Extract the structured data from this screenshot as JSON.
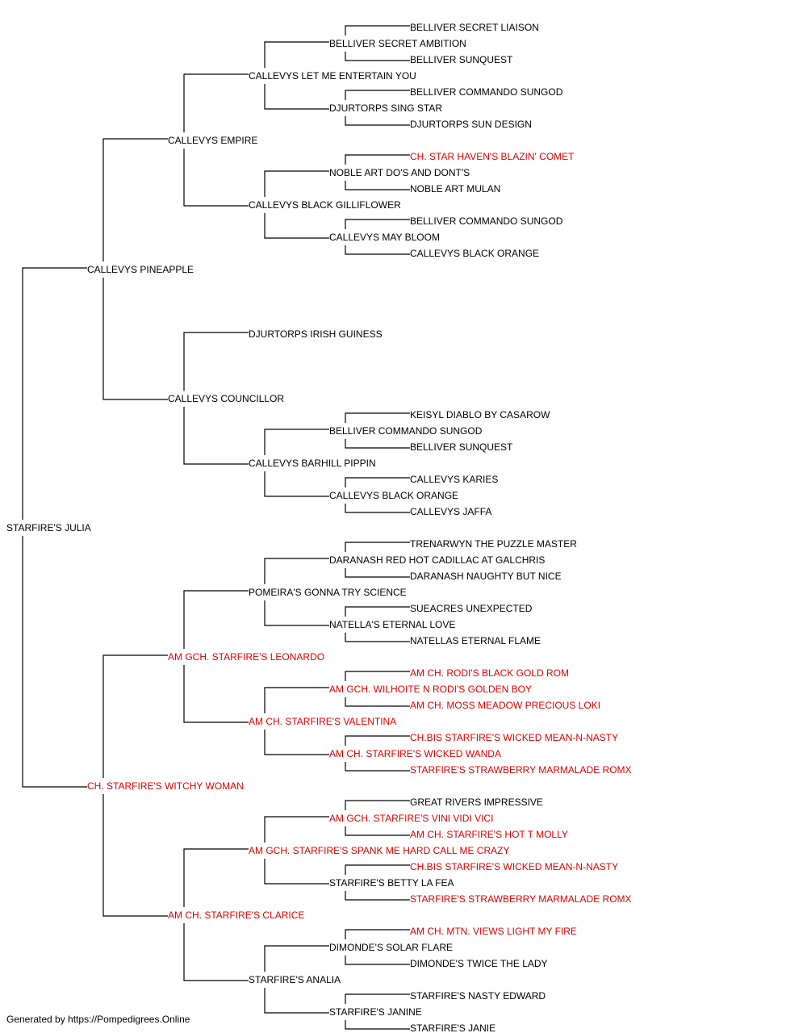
{
  "colors": {
    "normal": "#000000",
    "champion": "#e00000",
    "line": "#000000"
  },
  "pedigree": {
    "name": "STARFIRE'S JULIA",
    "sire": {
      "name": "CALLEVYS PINEAPPLE",
      "sire": {
        "name": "CALLEVYS EMPIRE",
        "sire": {
          "name": "CALLEVYS LET ME ENTERTAIN YOU",
          "sire": {
            "name": "BELLIVER SECRET AMBITION",
            "sire": {
              "name": "BELLIVER SECRET LIAISON"
            },
            "dam": {
              "name": "BELLIVER SUNQUEST"
            }
          },
          "dam": {
            "name": "DJURTORPS SING STAR",
            "sire": {
              "name": "BELLIVER COMMANDO SUNGOD"
            },
            "dam": {
              "name": "DJURTORPS SUN DESIGN"
            }
          }
        },
        "dam": {
          "name": "CALLEVYS BLACK GILLIFLOWER",
          "sire": {
            "name": "NOBLE ART DO'S AND DONT'S",
            "sire": {
              "name": "CH. STAR HAVEN'S BLAZIN' COMET",
              "red": true
            },
            "dam": {
              "name": "NOBLE ART MULAN"
            }
          },
          "dam": {
            "name": "CALLEVYS MAY BLOOM",
            "sire": {
              "name": "BELLIVER COMMANDO SUNGOD"
            },
            "dam": {
              "name": "CALLEVYS BLACK ORANGE"
            }
          }
        }
      },
      "dam": {
        "name": "CALLEVYS COUNCILLOR",
        "sire": {
          "name": "DJURTORPS IRISH GUINESS"
        },
        "dam": {
          "name": "CALLEVYS BARHILL PIPPIN",
          "sire": {
            "name": "BELLIVER COMMANDO SUNGOD",
            "sire": {
              "name": "KEISYL DIABLO BY CASAROW"
            },
            "dam": {
              "name": "BELLIVER SUNQUEST"
            }
          },
          "dam": {
            "name": "CALLEVYS BLACK ORANGE",
            "sire": {
              "name": "CALLEVYS KARIES"
            },
            "dam": {
              "name": "CALLEVYS JAFFA"
            }
          }
        }
      }
    },
    "dam": {
      "name": "CH. STARFIRE'S WITCHY WOMAN",
      "red": true,
      "sire": {
        "name": "AM GCH. STARFIRE'S LEONARDO",
        "red": true,
        "sire": {
          "name": "POMEIRA'S GONNA TRY SCIENCE",
          "sire": {
            "name": "DARANASH RED HOT CADILLAC AT GALCHRIS",
            "sire": {
              "name": "TRENARWYN THE PUZZLE MASTER"
            },
            "dam": {
              "name": "DARANASH NAUGHTY BUT NICE"
            }
          },
          "dam": {
            "name": "NATELLA'S ETERNAL LOVE",
            "sire": {
              "name": "SUEACRES UNEXPECTED"
            },
            "dam": {
              "name": "NATELLAS ETERNAL FLAME"
            }
          }
        },
        "dam": {
          "name": "AM CH. STARFIRE'S VALENTINA",
          "red": true,
          "sire": {
            "name": "AM GCH. WILHOITE N RODI'S GOLDEN BOY",
            "red": true,
            "sire": {
              "name": "AM CH. RODI'S BLACK GOLD ROM",
              "red": true
            },
            "dam": {
              "name": "AM CH. MOSS MEADOW PRECIOUS LOKI",
              "red": true
            }
          },
          "dam": {
            "name": "AM CH. STARFIRE'S WICKED WANDA",
            "red": true,
            "sire": {
              "name": "CH.BIS STARFIRE'S WICKED MEAN-N-NASTY",
              "red": true
            },
            "dam": {
              "name": "STARFIRE'S STRAWBERRY MARMALADE ROMX",
              "red": true
            }
          }
        }
      },
      "dam": {
        "name": "AM CH. STARFIRE'S CLARICE",
        "red": true,
        "sire": {
          "name": "AM GCH. STARFIRE'S SPANK ME HARD CALL ME CRAZY",
          "red": true,
          "sire": {
            "name": "AM GCH. STARFIRE'S VINI VIDI VICI",
            "red": true,
            "sire": {
              "name": "GREAT RIVERS IMPRESSIVE"
            },
            "dam": {
              "name": "AM CH. STARFIRE'S HOT T MOLLY",
              "red": true
            }
          },
          "dam": {
            "name": "STARFIRE'S BETTY LA FEA",
            "sire": {
              "name": "CH.BIS STARFIRE'S WICKED MEAN-N-NASTY",
              "red": true
            },
            "dam": {
              "name": "STARFIRE'S STRAWBERRY MARMALADE ROMX",
              "red": true
            }
          }
        },
        "dam": {
          "name": "STARFIRE'S ANALIA",
          "sire": {
            "name": "DIMONDE'S SOLAR FLARE",
            "sire": {
              "name": "AM CH. MTN. VIEWS LIGHT MY FIRE",
              "red": true
            },
            "dam": {
              "name": "DIMONDE'S TWICE THE LADY"
            }
          },
          "dam": {
            "name": "STARFIRE'S JANINE",
            "sire": {
              "name": "STARFIRE'S NASTY EDWARD"
            },
            "dam": {
              "name": "STARFIRE'S JANIE"
            }
          }
        }
      }
    }
  },
  "footer": {
    "text": "Generated by https://Pompedigrees.Online"
  }
}
